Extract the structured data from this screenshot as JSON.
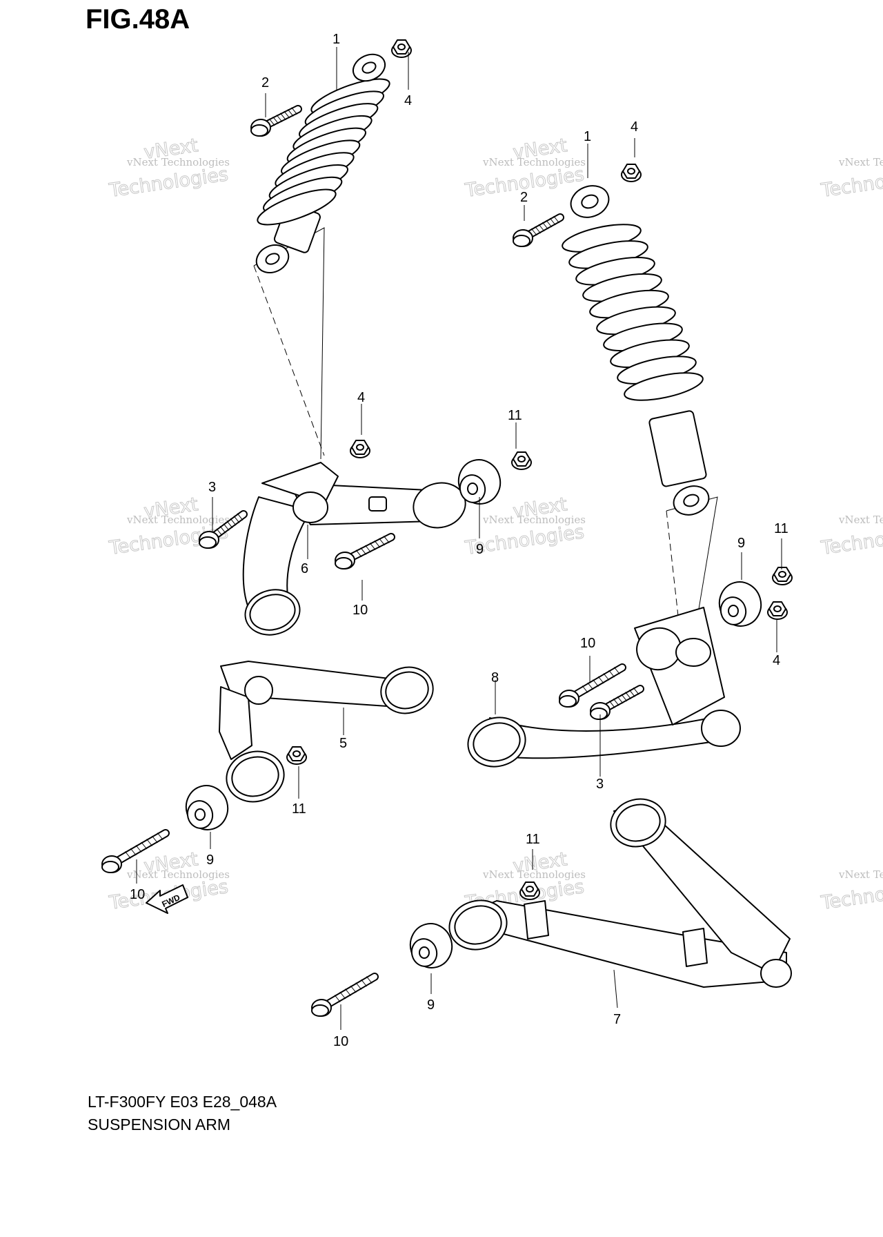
{
  "figure": {
    "title": "FIG.48A",
    "model_code": "LT-F300FY E03 E28_048A",
    "section_title": "SUSPENSION ARM"
  },
  "watermark": {
    "line1": "vNext Technologies",
    "line2": "Technologies",
    "line3": "vNext"
  },
  "fwd_label": "FWD",
  "callouts": {
    "c1a": "1",
    "c2a": "2",
    "c4a": "4",
    "c1b": "1",
    "c2b": "2",
    "c4b": "4",
    "c4c": "4",
    "c11a": "11",
    "c3a": "3",
    "c9a": "9",
    "c6": "6",
    "c10a": "10",
    "c9b": "9",
    "c11b": "11",
    "c10b": "10",
    "c8": "8",
    "c4d": "4",
    "c3b": "3",
    "c5": "5",
    "c11c": "11",
    "c9c": "9",
    "c10c": "10",
    "c11d": "11",
    "c9d": "9",
    "c7": "7",
    "c10d": "10"
  }
}
